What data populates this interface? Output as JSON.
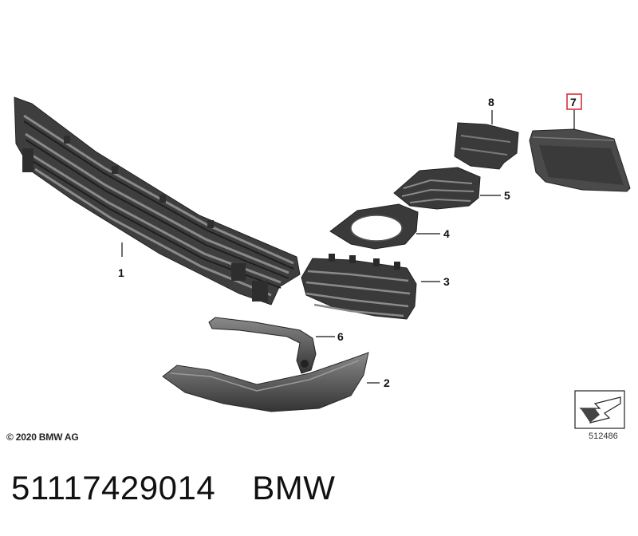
{
  "copyright": "© 2020 BMW AG",
  "diagram_number": "512486",
  "part_number": "51117429014",
  "brand": "BMW",
  "highlighted_callout": "7",
  "callouts": [
    "1",
    "2",
    "3",
    "4",
    "5",
    "6",
    "7",
    "8"
  ],
  "colors": {
    "part_fill": "#4a4a4a",
    "part_dark": "#2a2a2a",
    "part_light": "#7a7a7a",
    "highlight_box": "#d9202a"
  }
}
